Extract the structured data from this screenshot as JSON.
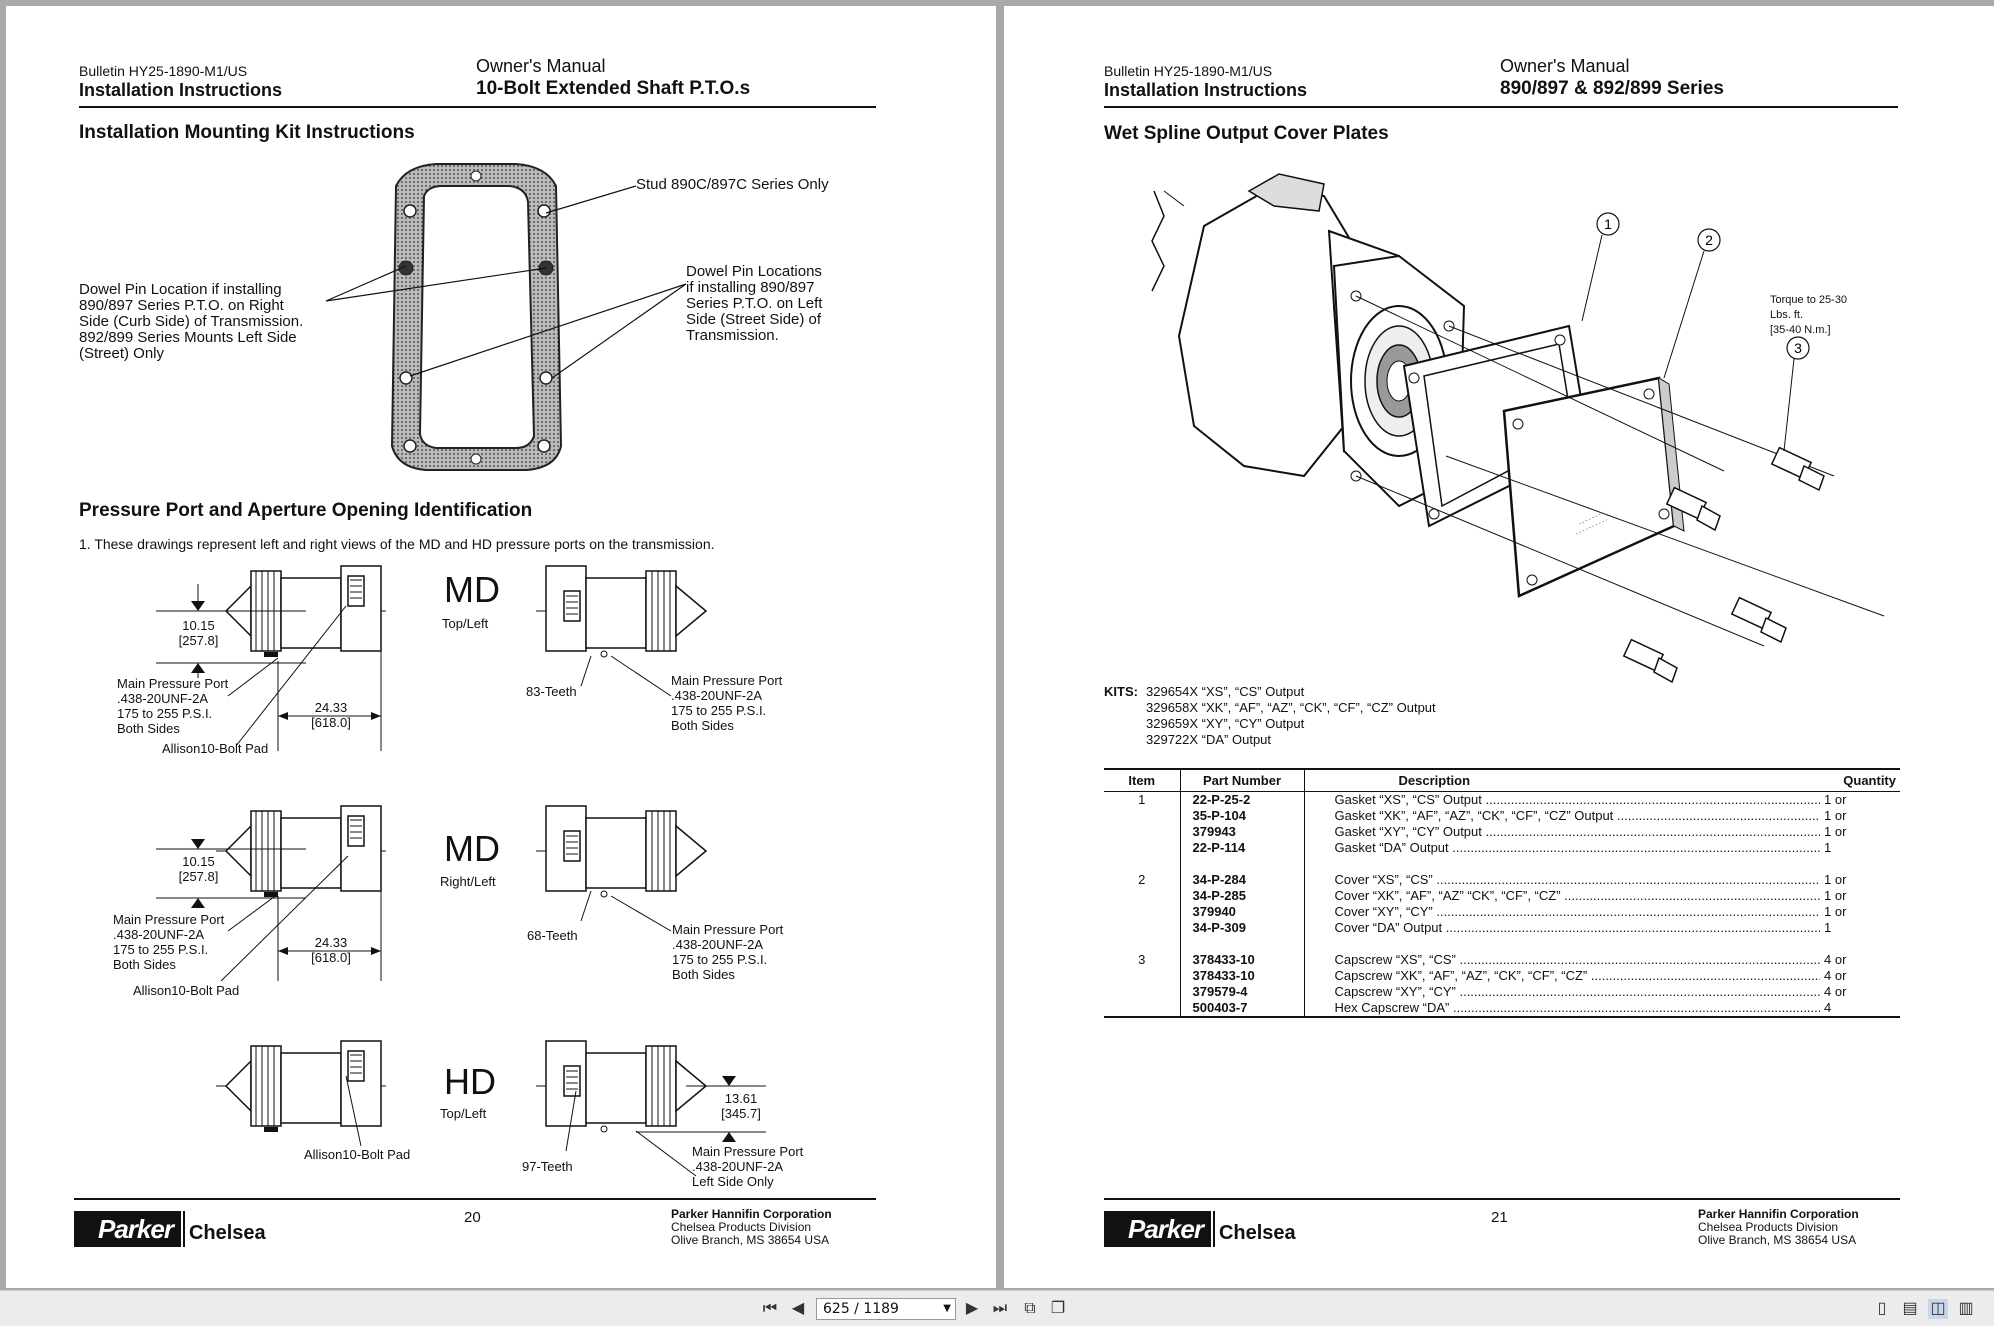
{
  "left_page": {
    "bulletin": "Bulletin HY25-1890-M1/US",
    "section": "Installation Instructions",
    "doc": "Owner's Manual",
    "subject": "10-Bolt Extended Shaft P.T.O.s",
    "heading1": "Installation Mounting Kit Instructions",
    "stud_label": "Stud 890C/897C Series Only",
    "dowel_right": [
      "Dowel Pin Location if installing",
      "890/897 Series P.T.O. on Right",
      "Side (Curb Side) of Transmission.",
      "892/899 Series Mounts Left Side",
      "(Street) Only"
    ],
    "dowel_left": [
      "Dowel Pin Locations",
      "if installing 890/897",
      "Series P.T.O. on Left",
      "Side (Street Side) of",
      "Transmission."
    ],
    "heading2": "Pressure Port and Aperture Opening Identification",
    "intro": "1.  These drawings represent left and right views of the MD and HD pressure ports on the transmission.",
    "row1": {
      "dim1": "10.15",
      "dim1mm": "[257.8]",
      "dim2": "24.33",
      "dim2mm": "[618.0]",
      "port": [
        "Main Pressure Port",
        ".438-20UNF-2A",
        "175 to 255 P.S.I.",
        "Both Sides"
      ],
      "pad": "Allison10-Bolt Pad",
      "model": "MD",
      "view": "Top/Left",
      "teeth": "83-Teeth",
      "port_r": [
        "Main Pressure Port",
        ".438-20UNF-2A",
        "175 to 255 P.S.I.",
        "Both Sides"
      ]
    },
    "row2": {
      "dim1": "10.15",
      "dim1mm": "[257.8]",
      "dim2": "24.33",
      "dim2mm": "[618.0]",
      "port": [
        "Main Pressure Port",
        ".438-20UNF-2A",
        "175 to 255 P.S.I.",
        "Both Sides"
      ],
      "pad": "Allison10-Bolt Pad",
      "model": "MD",
      "view": "Right/Left",
      "teeth": "68-Teeth",
      "port_r": [
        "Main Pressure Port",
        ".438-20UNF-2A",
        "175 to 255 P.S.I.",
        "Both Sides"
      ]
    },
    "row3": {
      "pad": "Allison10-Bolt Pad",
      "model": "HD",
      "view": "Top/Left",
      "teeth": "97-Teeth",
      "dim": "13.61",
      "dimmm": "[345.7]",
      "port_r": [
        "Main Pressure Port",
        ".438-20UNF-2A",
        "Left Side Only"
      ]
    },
    "page_number": "20",
    "corp": [
      "Parker Hannifin Corporation",
      "Chelsea Products Division",
      "Olive Branch, MS 38654  USA"
    ],
    "logo_parker": "Parker",
    "logo_chelsea": "Chelsea"
  },
  "right_page": {
    "bulletin": "Bulletin HY25-1890-M1/US",
    "section": "Installation Instructions",
    "doc": "Owner's Manual",
    "subject": "890/897 & 892/899 Series",
    "heading": "Wet Spline Output Cover Plates",
    "callouts": [
      "1",
      "2",
      "3"
    ],
    "torque": [
      "Torque to 25-30",
      "Lbs. ft.",
      "[35-40  N.m.]"
    ],
    "kits_label": "KITS:",
    "kits": [
      "329654X “XS”, “CS” Output",
      "329658X “XK”, “AF”, “AZ”, “CK”, “CF”, “CZ” Output",
      "329659X “XY”, “CY” Output",
      "329722X “DA” Output"
    ],
    "table": {
      "headers": [
        "Item",
        "Part Number",
        "Description",
        "Quantity"
      ],
      "groups": [
        {
          "item": "1",
          "rows": [
            {
              "part": "22-P-25-2",
              "desc": "Gasket “XS”, “CS” Output",
              "qty": "1 or"
            },
            {
              "part": "35-P-104",
              "desc": "Gasket “XK”, “AF”, “AZ”, “CK”, “CF”, “CZ” Output",
              "qty": "1 or"
            },
            {
              "part": "379943",
              "desc": "Gasket “XY”, “CY” Output",
              "qty": "1 or"
            },
            {
              "part": "22-P-114",
              "desc": "Gasket “DA” Output",
              "qty": "1"
            }
          ]
        },
        {
          "item": "2",
          "rows": [
            {
              "part": "34-P-284",
              "desc": "Cover “XS”, “CS”",
              "qty": "1 or"
            },
            {
              "part": "34-P-285",
              "desc": "Cover “XK”, “AF”, “AZ” “CK”, “CF”, “CZ”",
              "qty": "1 or"
            },
            {
              "part": "379940",
              "desc": "Cover “XY”, “CY”",
              "qty": "1 or"
            },
            {
              "part": "34-P-309",
              "desc": "Cover “DA” Output",
              "qty": "1"
            }
          ]
        },
        {
          "item": "3",
          "rows": [
            {
              "part": "378433-10",
              "desc": "Capscrew “XS”, “CS”",
              "qty": "4 or"
            },
            {
              "part": "378433-10",
              "desc": "Capscrew “XK”, “AF”, “AZ”, “CK”, “CF”, “CZ”",
              "qty": "4 or"
            },
            {
              "part": "379579-4",
              "desc": "Capscrew “XY”, “CY”",
              "qty": "4 or"
            },
            {
              "part": "500403-7",
              "desc": "Hex Capscrew “DA”",
              "qty": "4"
            }
          ]
        }
      ]
    },
    "page_number": "21",
    "corp": [
      "Parker Hannifin Corporation",
      "Chelsea Products Division",
      "Olive Branch, MS 38654  USA"
    ],
    "logo_parker": "Parker",
    "logo_chelsea": "Chelsea"
  },
  "toolbar": {
    "page_indicator": "625 / 1189",
    "icons": [
      "first-page-icon",
      "prev-page-icon",
      "next-page-icon",
      "last-page-icon",
      "fit-page-icon",
      "fit-width-icon",
      "single-page-icon",
      "continuous-page-icon",
      "two-page-icon",
      "two-page-continuous-icon"
    ]
  }
}
